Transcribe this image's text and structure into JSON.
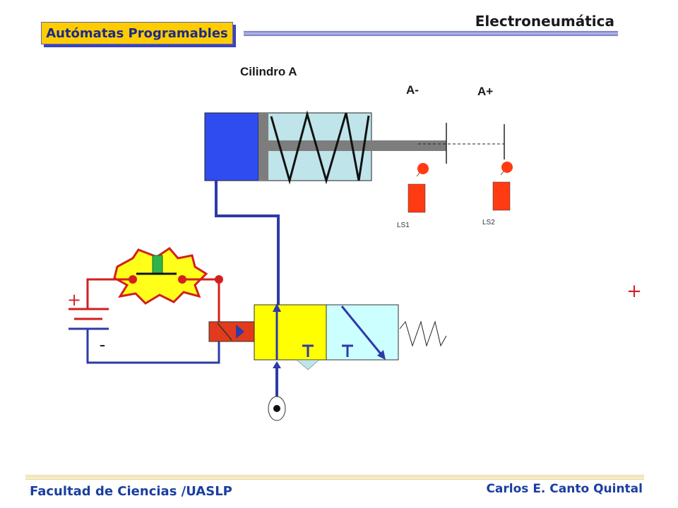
{
  "header": {
    "title": "Electroneumática",
    "course": "Autómatas Programables"
  },
  "diagram": {
    "cylinder_label": "Cilindro A",
    "position_minus": "A-",
    "position_plus": "A+",
    "sensor_1": "LS1",
    "sensor_2": "LS2",
    "battery_plus": "+",
    "battery_minus": "-",
    "extra_plus": "+",
    "colors": {
      "piston": "#2f4cf0",
      "cylinder_body": "#bfe4ea",
      "valve_active": "#ffff00",
      "valve_passive": "#ccffff",
      "wire_red": "#d21f1f",
      "wire_blue": "#2e3aa8",
      "sensor": "#ff3b12",
      "button": "#31b34a"
    }
  },
  "footer": {
    "left": "Facultad de Ciencias /UASLP",
    "right": "Carlos E. Canto Quintal"
  }
}
